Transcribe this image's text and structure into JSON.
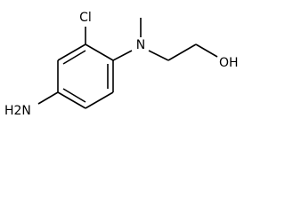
{
  "molecule": {
    "atoms": {
      "chlorine": "Cl",
      "nitrogen": "N",
      "hydroxyl": "OH",
      "amine": "H2N"
    }
  }
}
